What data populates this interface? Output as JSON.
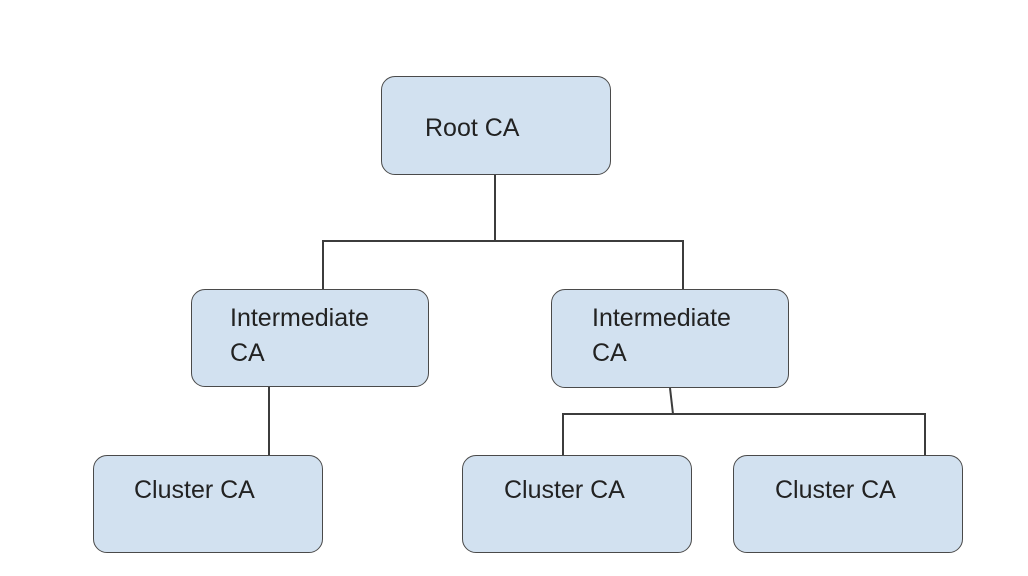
{
  "diagram": {
    "type": "tree",
    "description": "Certificate authority hierarchy",
    "colors": {
      "node_fill": "#d2e1f0",
      "node_border": "#4a4a4a",
      "connector": "#3c3c3c",
      "text": "#222222",
      "background": "#ffffff"
    },
    "nodes": [
      {
        "id": "root",
        "label": "Root CA",
        "level": 0,
        "parent": null
      },
      {
        "id": "int1",
        "label": "Intermediate\nCA",
        "level": 1,
        "parent": "root"
      },
      {
        "id": "int2",
        "label": "Intermediate\nCA",
        "level": 1,
        "parent": "root"
      },
      {
        "id": "cl1",
        "label": "Cluster CA",
        "level": 2,
        "parent": "int1"
      },
      {
        "id": "cl2",
        "label": "Cluster CA",
        "level": 2,
        "parent": "int2"
      },
      {
        "id": "cl3",
        "label": "Cluster CA",
        "level": 2,
        "parent": "int2"
      }
    ],
    "edges": [
      {
        "from": "root",
        "to": "int1"
      },
      {
        "from": "root",
        "to": "int2"
      },
      {
        "from": "int1",
        "to": "cl1"
      },
      {
        "from": "int2",
        "to": "cl2"
      },
      {
        "from": "int2",
        "to": "cl3"
      }
    ]
  }
}
